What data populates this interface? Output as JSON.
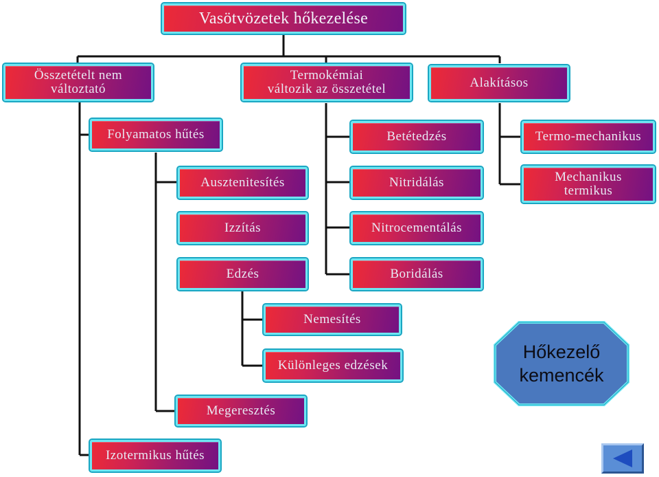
{
  "title": "Vasötvözetek hőkezelése",
  "nodes": {
    "osszetetelt_nem": "Összetételt nem\nváltoztató",
    "termokemiai": "Termokémiai\nváltozik az összetétel",
    "alakitasos": "Alakításos",
    "folyamatos_hutes": "Folyamatos hűtés",
    "ausztenitesites": "Ausztenitesítés",
    "izzitas": "Izzítás",
    "edzes": "Edzés",
    "nemesites": "Nemesítés",
    "kulonleges_edzesek": "Különleges edzések",
    "megeresztes": "Megeresztés",
    "izotermikus_hutes": "Izotermikus hűtés",
    "betetedzes": "Betétedzés",
    "nitridalas": "Nitridálás",
    "nitrocementalas": "Nitrocementálás",
    "boridalas": "Boridálás",
    "termo_mechanikus": "Termo-mechanikus",
    "mechanikus_termikus": "Mechanikus\ntermikus"
  },
  "kemencek": "Hőkezelő\nkemencék",
  "colors": {
    "box_gradient_start": "#ec2a37",
    "box_gradient_end": "#741282",
    "box_border": "#6fe6f2",
    "octagon_fill": "#4a78be",
    "octagon_border": "#6fe6f2",
    "nav_button": "#5a8ed6",
    "nav_arrow": "#1e4dbf"
  },
  "icons": {
    "nav": "back-arrow-icon"
  }
}
